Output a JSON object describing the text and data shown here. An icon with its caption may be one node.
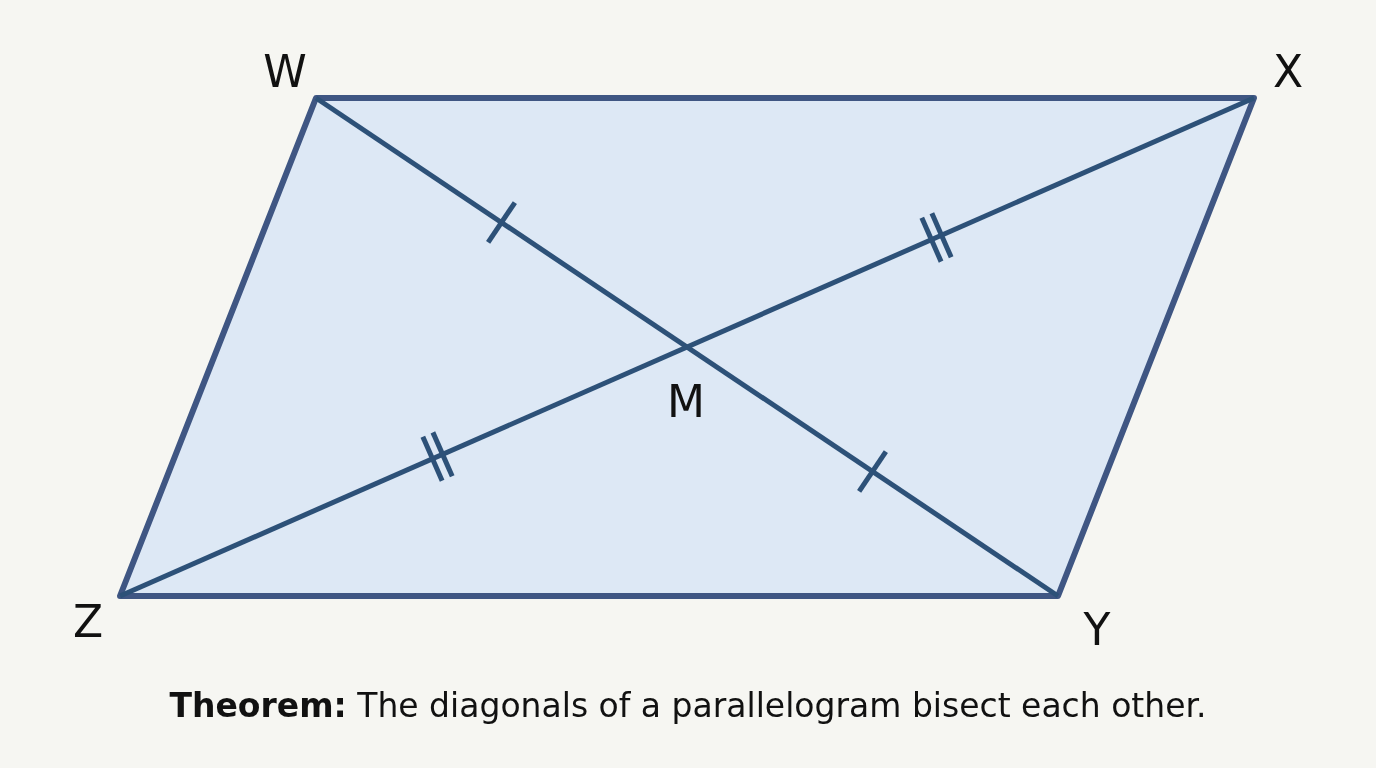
{
  "diagram": {
    "caption": "**Theorem:** The diagonals of a parallelogram bisect each other.",
    "labels": [
      "W",
      "X",
      "M",
      "Z",
      "Y"
    ]
  }
}
